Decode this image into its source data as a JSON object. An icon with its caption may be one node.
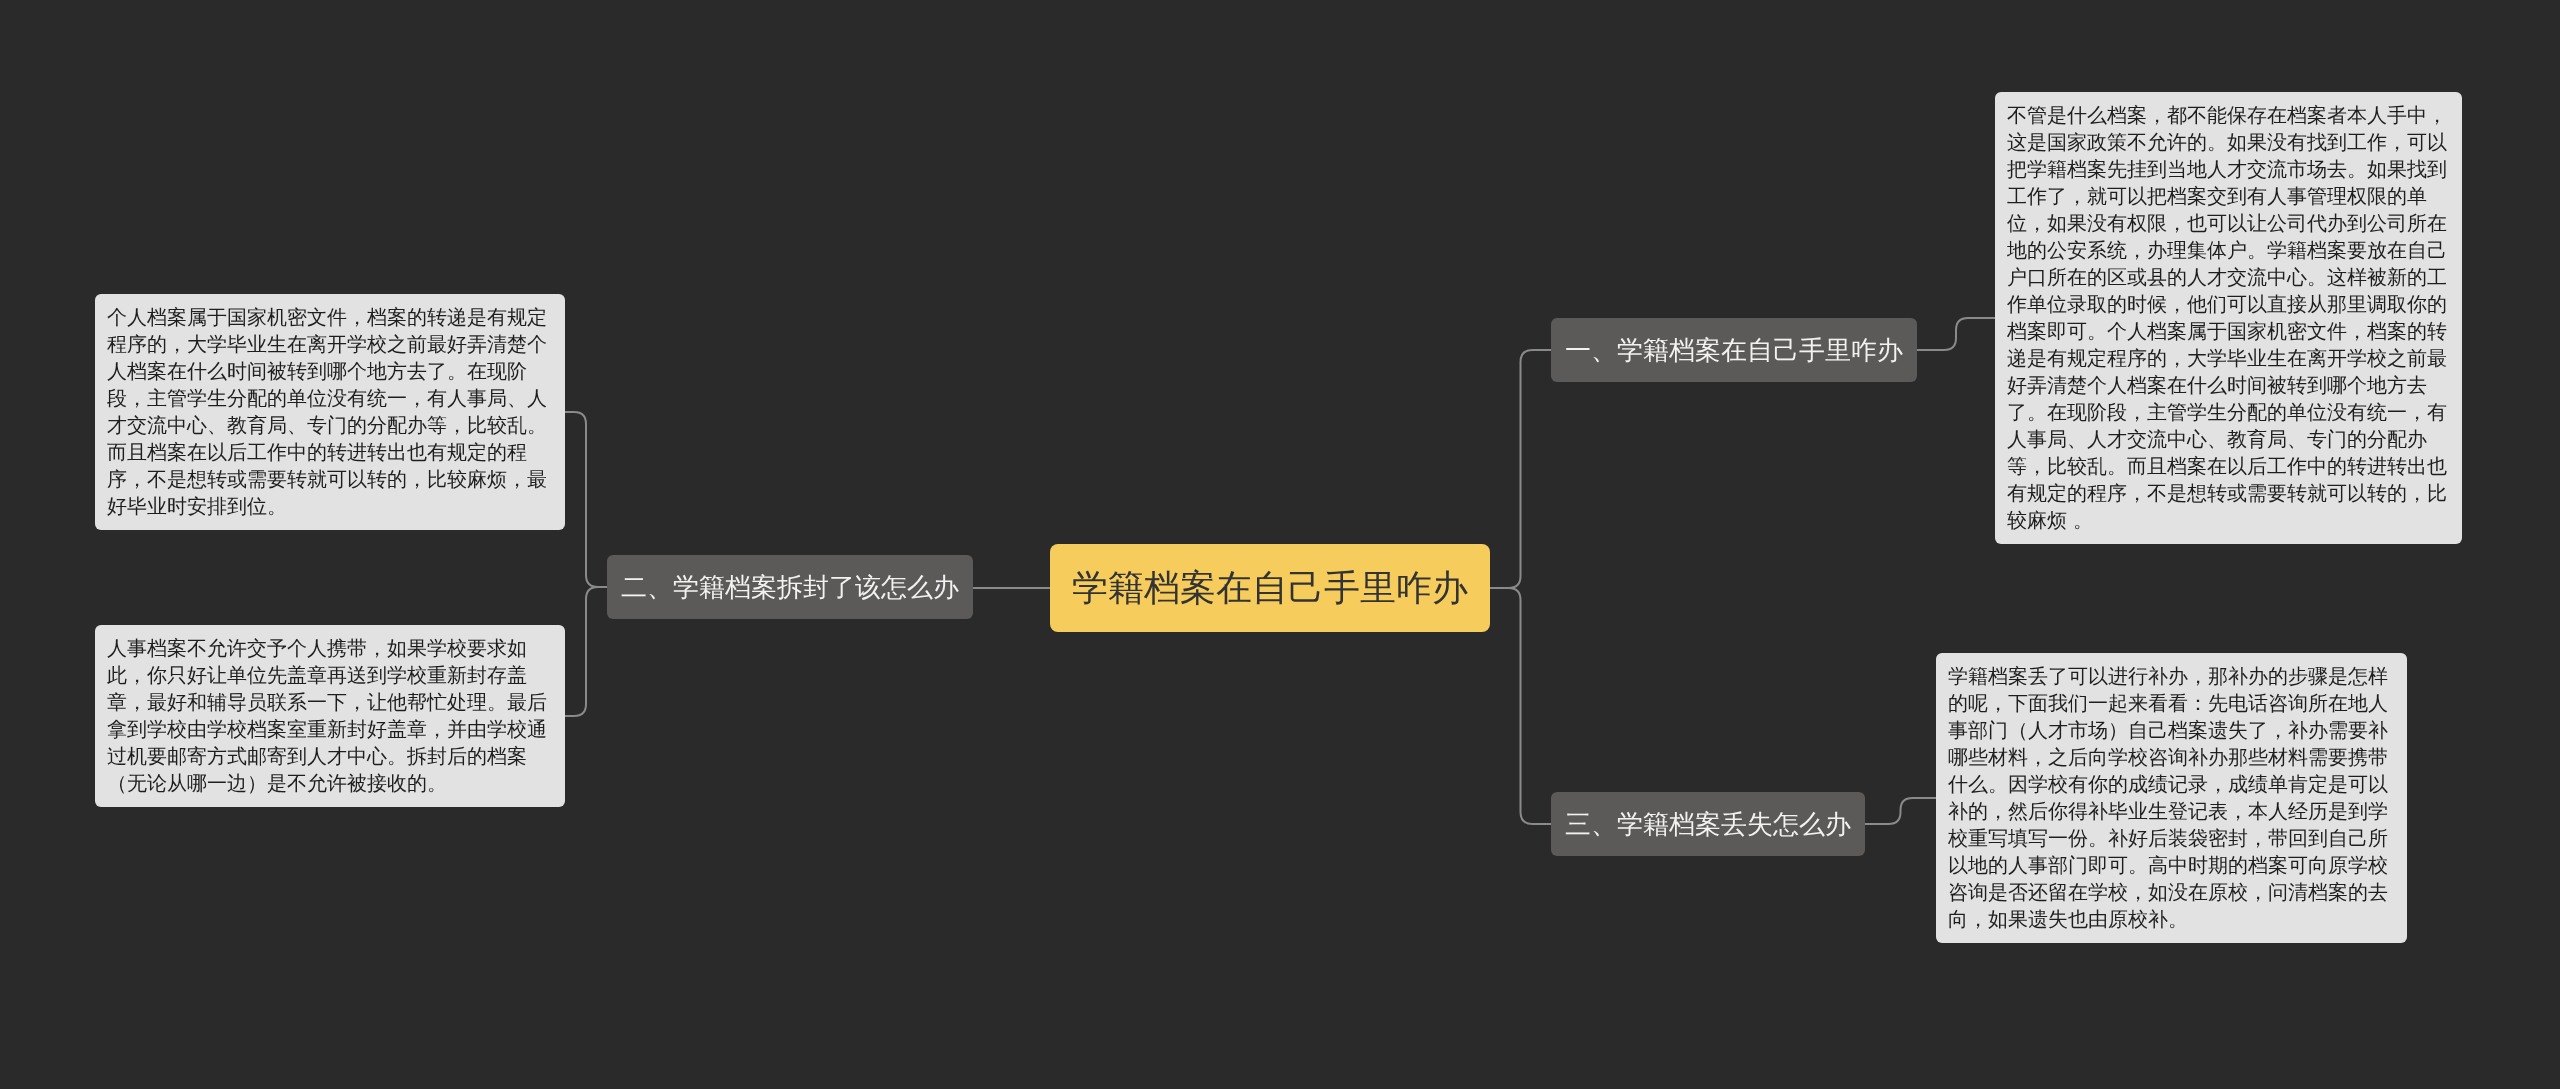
{
  "diagram": {
    "nodes": [
      {
        "text": [
          "学籍档案在自己手里咋办"
        ]
      },
      {
        "text": [
          "一、学籍档案在自己手里咋办"
        ]
      },
      {
        "text": [
          "不管是什么档案，都不能保存在档案者本人手中，这是国家政策不允许的。如果没有找到工作，可以把学籍档案先挂到当地人才交流市场去。如果找到工作了，就可以把档案交到有人事管理权限的单位，如果没有权限，也可以让公司代办到公司所在地的公安系统，办理集体户。学籍档案要放在自己户口所在的区或县的人才交流中心。这样被新的工作单位录取的时候，他们可以直接从那里调取你的档案即可。个人档案属于国家机密文件，档案的转递是有规定程序的，大学毕业生在离开学校之前最好弄清楚个人档案在什么时间被转到哪个地方去了。在现阶段，主管学生分配的单位没有统一，有人事局、人才交流中心、教育局、专门的分配办等，比较乱。而且档案在以后工作中的转进转出也有规定的程序，不是想转或需要转就可以转的，比较麻烦 。"
        ]
      },
      {
        "text": [
          "三、学籍档案丢失怎么办"
        ]
      },
      {
        "text": [
          "学籍档案丢了可以进行补办，那补办的步骤是怎样的呢，下面我们一起来看看：先电话咨询所在地人事部门（人才市场）自己档案遗失了，补办需要补哪些材料，之后向学校咨询补办那些材料需要携带什么。因学校有你的成绩记录，成绩单肯定是可以补的，然后你得补毕业生登记表，本人经历是到学校重写填写一份。补好后装袋密封，带回到自己所以地的人事部门即可。高中时期的档案可向原学校咨询是否还留在学校，如没在原校，问清档案的去向，如果遗失也由原校补。"
        ]
      },
      {
        "text": [
          "二、学籍档案拆封了该怎么办"
        ]
      },
      {
        "text": [
          "个人档案属于国家机密文件，档案的转递是有规定程序的，大学毕业生在离开学校之前最好弄清楚个人档案在什么时间被转到哪个地方去了。在现阶段，主管学生分配的单位没有统一，有人事局、人才交流中心、教育局、专门的分配办等，比较乱。而且档案在以后工作中的转进转出也有规定的程序，不是想转或需要转就可以转的，比较麻烦，最好毕业时安排到位。"
        ]
      },
      {
        "text": [
          "人事档案不允许交予个人携带，如果学校要求如此，你只好让单位先盖章再送到学校重新封存盖章，最好和辅导员联系一下，让他帮忙处理。最后拿到学校由学校档案室重新封好盖章，并由学校通过机要邮寄方式邮寄到人才中心。拆封后的档案（无论从哪一边）是不允许被接收的。"
        ]
      }
    ],
    "edges": [
      {
        "from": 0,
        "to": 1,
        "arrow": "none"
      },
      {
        "from": 1,
        "to": 2,
        "arrow": "none"
      },
      {
        "from": 0,
        "to": 3,
        "arrow": "none"
      },
      {
        "from": 3,
        "to": 4,
        "arrow": "none"
      },
      {
        "from": 0,
        "to": 5,
        "arrow": "none"
      },
      {
        "from": 5,
        "to": 6,
        "arrow": "none"
      },
      {
        "from": 5,
        "to": 7,
        "arrow": "none"
      }
    ]
  }
}
